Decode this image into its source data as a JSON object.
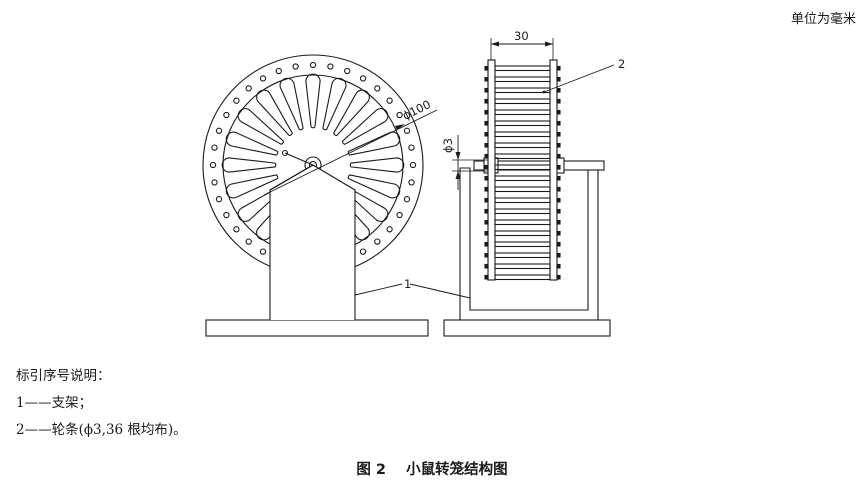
{
  "figure": {
    "unit_note": "单位为毫米",
    "dimensions": {
      "wheel_diameter": "ϕ100",
      "wheel_width": "30",
      "rod_diameter": "ϕ3"
    },
    "callouts": {
      "support": "1",
      "wheel_rods": "2"
    },
    "legend": {
      "title": "标引序号说明：",
      "items": [
        "1——支架；",
        "2——轮条(ϕ3,36 根均布)。"
      ]
    },
    "caption": {
      "number": "图 2",
      "title": "小鼠转笼结构图"
    }
  }
}
